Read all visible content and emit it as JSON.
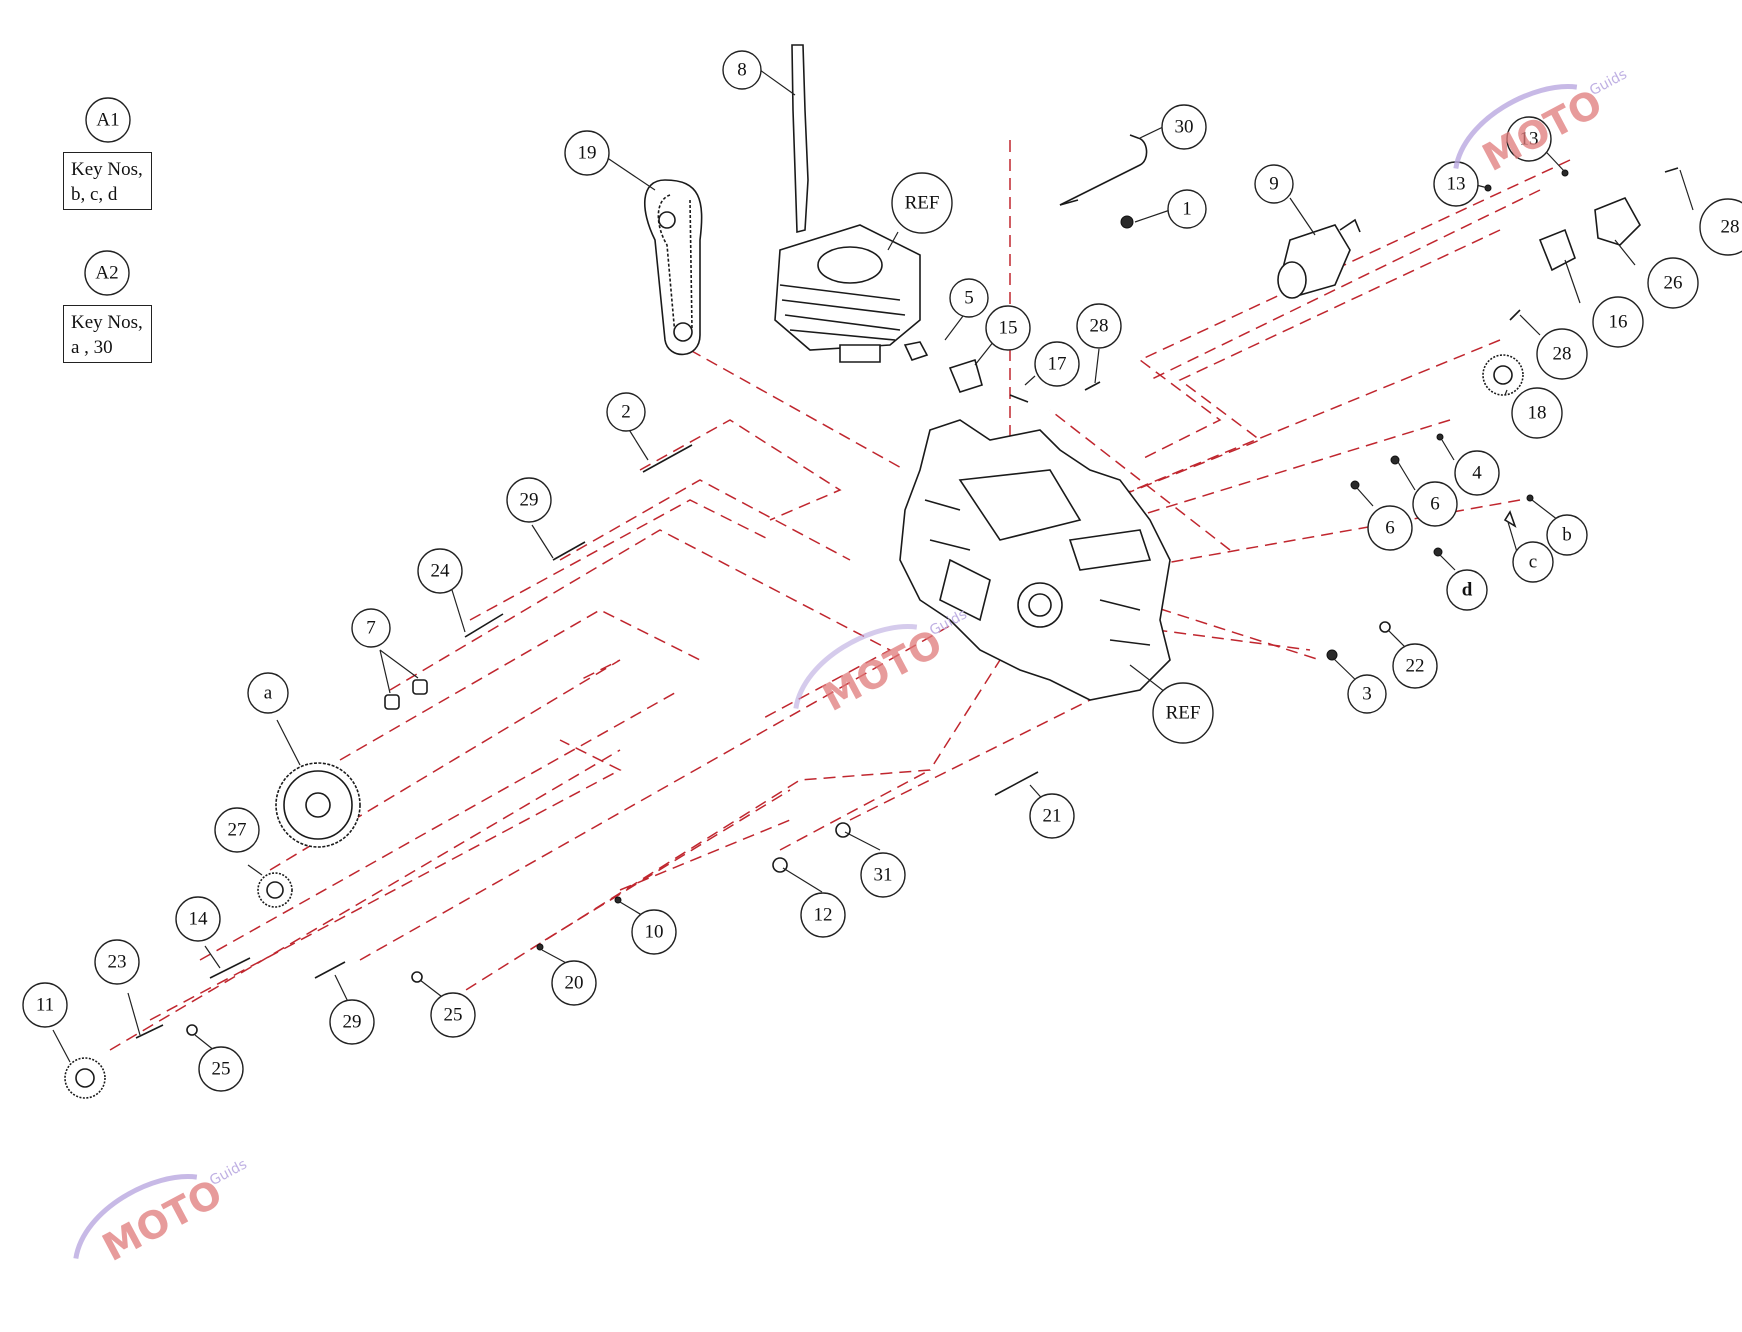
{
  "legend": [
    {
      "tag": "A1",
      "lines": [
        "Key Nos,",
        "b, c, d"
      ]
    },
    {
      "tag": "A2",
      "lines": [
        "Key Nos,",
        "a , 30"
      ]
    }
  ],
  "watermark": {
    "main": "MOTO",
    "sub": "Guids"
  },
  "callouts": [
    "8",
    "19",
    "REF",
    "30",
    "1",
    "9",
    "13",
    "13",
    "28",
    "26",
    "16",
    "28",
    "18",
    "5",
    "15",
    "17",
    "28",
    "2",
    "4",
    "6",
    "6",
    "b",
    "c",
    "d",
    "29",
    "24",
    "7",
    "a",
    "27",
    "14",
    "23",
    "11",
    "29",
    "25",
    "25",
    "20",
    "10",
    "12",
    "31",
    "21",
    "3",
    "22",
    "REF"
  ],
  "colors": {
    "line": "#1a1a1a",
    "dashed": "#c0262e",
    "watermark": "#e07a7a"
  }
}
